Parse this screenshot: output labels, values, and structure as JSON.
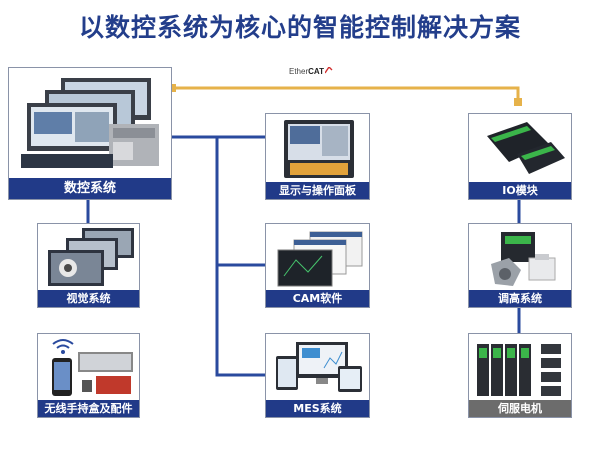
{
  "title": "以数控系统为核心的智能控制解决方案",
  "bus": {
    "prefix": "Ether",
    "suffix": "CAT"
  },
  "nodes": {
    "cnc": "数控系统",
    "vision": "视觉系统",
    "wireless": "无线手持盒及配件",
    "display": "显示与操作面板",
    "cam": "CAM软件",
    "mes": "MES系统",
    "io": "IO模块",
    "height": "调高系统",
    "servo": "伺服电机"
  },
  "colors": {
    "title": "#233e8b",
    "label_bg": "#213a88",
    "label_gray": "#6c6c6c",
    "line_blue": "#2a4a9e",
    "line_gold": "#e6b24a"
  }
}
